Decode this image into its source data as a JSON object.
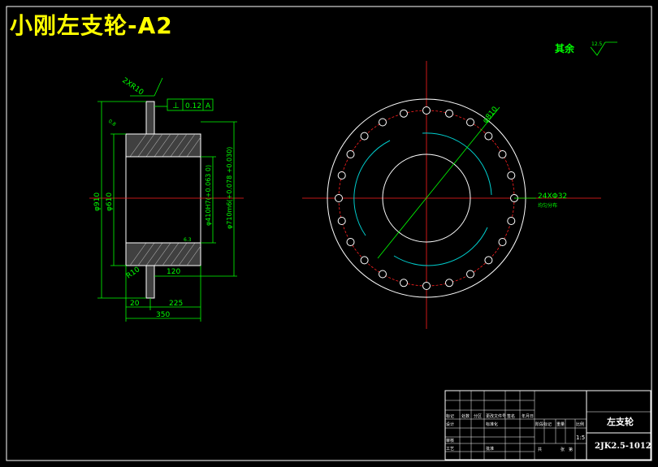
{
  "drawing_title": "小刚左支轮-A2",
  "surface_note": "其余",
  "roughness_value": "12.5",
  "labels": {
    "chamfer_hole": "2XR10",
    "tolerance_symbol": "⊥",
    "tolerance_value": "0.12",
    "datum": "A",
    "roughness_left": "0.8",
    "dim_910": "φ910",
    "dim_610": "φ610",
    "dim_410": "φ410H7(+0.063 0)",
    "dim_710": "φ710m6(+0.078 +0.030)",
    "dim_roughness2": "6.3",
    "dim_r10": "R10",
    "dim_120": "120",
    "dim_20": "20",
    "dim_225": "225",
    "dim_350": "350",
    "dim_bolt_circle": "φ810",
    "dim_holes": "24XΦ32",
    "holes_sub": "均匀分布"
  },
  "title_block": {
    "part_name": "左支轮",
    "drawing_no": "2JK2.5-1012",
    "scale": "1:5",
    "cells": {
      "mark": "标记",
      "count": "处数",
      "zone": "分区",
      "doc": "更改文件号",
      "sign": "签名",
      "date": "年月日",
      "design": "设计",
      "standard": "标准化",
      "review": "审核",
      "craft": "工艺",
      "approve": "批准",
      "stage": "阶段标记",
      "weight": "重量",
      "ratio": "比例",
      "total": "共",
      "sheet": "张",
      "page": "第"
    }
  }
}
